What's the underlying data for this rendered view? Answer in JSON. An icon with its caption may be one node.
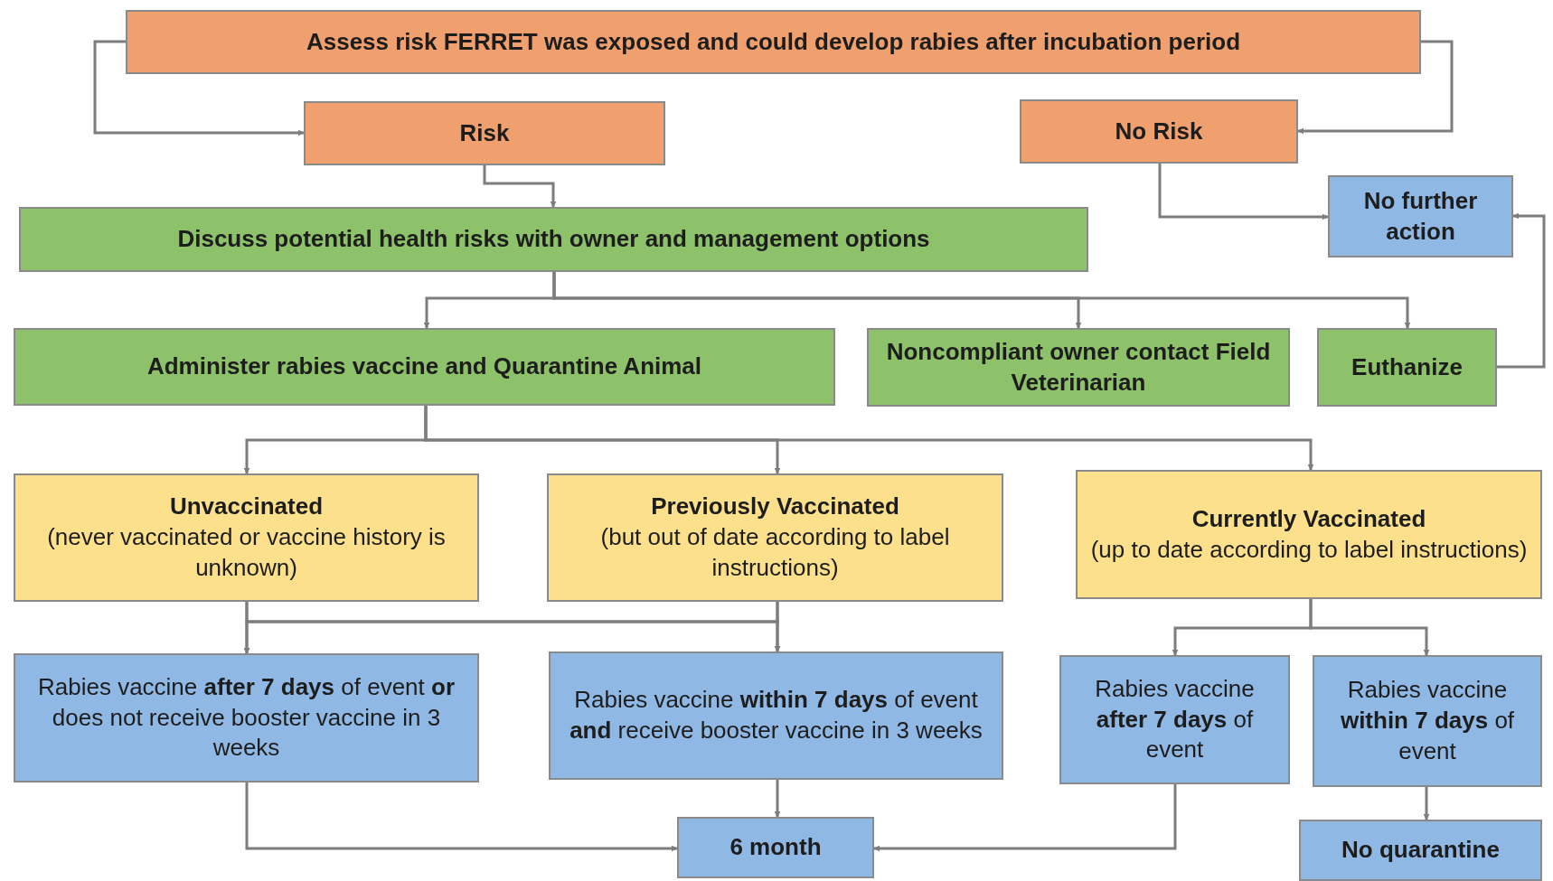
{
  "diagram": {
    "nodes": [
      {
        "text": [
          "Assess risk FERRET was exposed and could develop rabies after incubation period"
        ]
      },
      {
        "text": [
          "Risk"
        ]
      },
      {
        "text": [
          "No Risk"
        ]
      },
      {
        "text": [
          "No further action"
        ]
      },
      {
        "text": [
          "Discuss potential health risks with owner and management options"
        ]
      },
      {
        "text": [
          "Administer rabies vaccine and Quarantine Animal"
        ]
      },
      {
        "text": [
          "Noncompliant owner contact Field Veterinarian"
        ]
      },
      {
        "text": [
          "Euthanize"
        ]
      },
      {
        "text": [
          "Unvaccinated",
          "(never vaccinated or vaccine history is unknown)"
        ]
      },
      {
        "text": [
          "Previously Vaccinated",
          "(but out of date according to label instructions)"
        ]
      },
      {
        "text": [
          "Currently Vaccinated",
          "(up to date according to label instructions)"
        ]
      },
      {
        "text": [
          "Rabies vaccine **after 7 days** of event **or** does not receive booster vaccine in 3 weeks"
        ]
      },
      {
        "text": [
          "Rabies vaccine **within 7 days** of event **and** receive booster vaccine in 3 weeks"
        ]
      },
      {
        "text": [
          "Rabies vaccine **after 7 days** of event"
        ]
      },
      {
        "text": [
          "Rabies vaccine **within 7 days** of event"
        ]
      },
      {
        "text": [
          "6 month"
        ]
      },
      {
        "text": [
          "No quarantine"
        ]
      }
    ],
    "edges": [
      {
        "from": 0,
        "to": 1,
        "arrow": "to"
      },
      {
        "from": 0,
        "to": 2,
        "arrow": "to"
      },
      {
        "from": 1,
        "to": 4,
        "arrow": "to"
      },
      {
        "from": 2,
        "to": 3,
        "arrow": "to"
      },
      {
        "from": 4,
        "to": 5,
        "arrow": "to"
      },
      {
        "from": 4,
        "to": 6,
        "arrow": "to"
      },
      {
        "from": 4,
        "to": 7,
        "arrow": "to"
      },
      {
        "from": 7,
        "to": 3,
        "arrow": "to"
      },
      {
        "from": 5,
        "to": 8,
        "arrow": "to"
      },
      {
        "from": 5,
        "to": 9,
        "arrow": "to"
      },
      {
        "from": 5,
        "to": 10,
        "arrow": "to"
      },
      {
        "from": 8,
        "to": 11,
        "arrow": "to"
      },
      {
        "from": 8,
        "to": 12,
        "arrow": "to"
      },
      {
        "from": 9,
        "to": 11,
        "arrow": "to"
      },
      {
        "from": 9,
        "to": 12,
        "arrow": "to"
      },
      {
        "from": 10,
        "to": 13,
        "arrow": "to"
      },
      {
        "from": 10,
        "to": 14,
        "arrow": "to"
      },
      {
        "from": 11,
        "to": 15,
        "arrow": "to"
      },
      {
        "from": 12,
        "to": 15,
        "arrow": "to"
      },
      {
        "from": 13,
        "to": 15,
        "arrow": "to"
      },
      {
        "from": 14,
        "to": 16,
        "arrow": "to"
      }
    ]
  }
}
